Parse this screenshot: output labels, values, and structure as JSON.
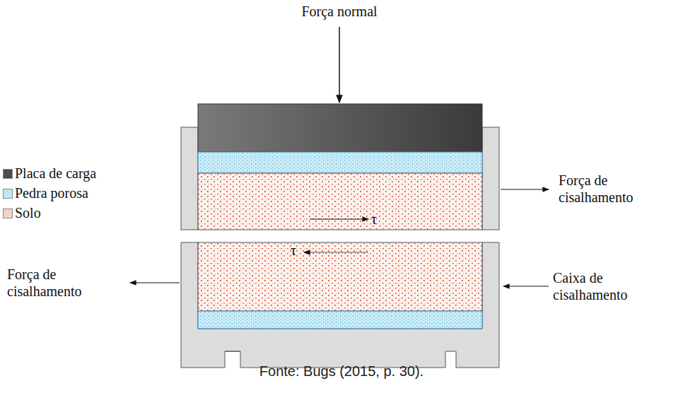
{
  "diagram": {
    "caption": "Fonte: Bugs (2015, p. 30).",
    "labels": [
      "Força normal",
      "Força de cisalhamento",
      "τ",
      "τ",
      "Caixa de cisalhamento",
      "Força de cisalhamento"
    ],
    "legend": [
      {
        "text": "Placa de carga",
        "color": "#4d4d4d"
      },
      {
        "text": "Pedra porosa",
        "color": "#bfe7f5"
      },
      {
        "text": "Solo",
        "color": "#f6d2c4"
      }
    ]
  }
}
